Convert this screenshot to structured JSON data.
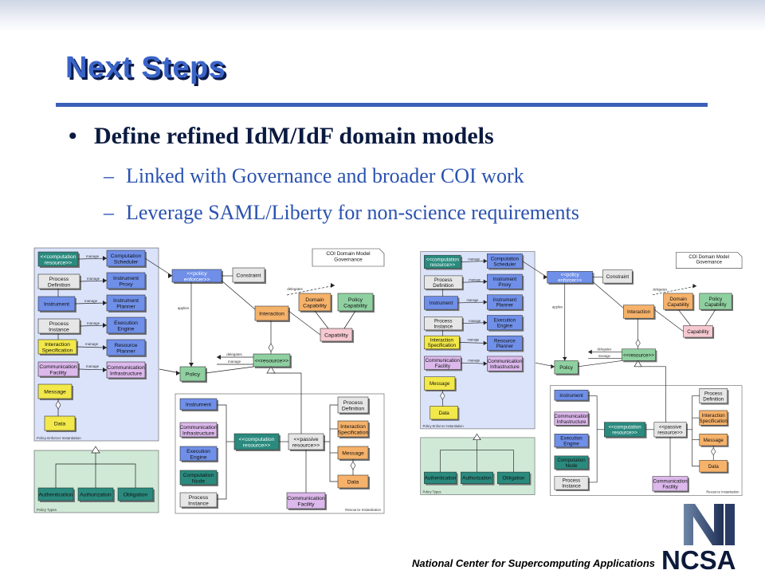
{
  "slide": {
    "title": "Next Steps",
    "bullet_marker": "•",
    "bullet": "Define refined IdM/IdF domain models",
    "dash": "–",
    "subbullets": [
      "Linked with Governance and broader COI work",
      "Leverage SAML/Liberty for non-science requirements"
    ],
    "footer": "National Center for Supercomputing Applications",
    "logo_text": "NCSA"
  },
  "diagram_left": {
    "note": "COI Domain Model Governance",
    "left_boxes": [
      "<<computation resource>>",
      "Process Definition",
      "Instrument",
      "Process Instance",
      "Interaction Specification",
      "Communication Facility",
      "Message",
      "Data"
    ],
    "mid_boxes": [
      "Computation Scheduler",
      "Instrument Proxy",
      "Instrument Planner",
      "Execution Engine",
      "Resource Planner",
      "Communication Infrastructure"
    ],
    "policy_enforcer": "<<policy enforcer>>",
    "constraint": "Constraint",
    "interaction": "Interaction",
    "domain_capability": "Domain Capability",
    "policy_capability": "Policy Capability",
    "capability": "Capability",
    "resource": "<<resource>>",
    "policy": "Policy",
    "bottom_left": [
      "Authentication",
      "Authorization",
      "Obligation"
    ],
    "bottom_right_left": [
      "Instrument",
      "Communication Infrastructure",
      "Execution Engine",
      "Computation Node",
      "Process Instance"
    ],
    "bottom_right_mid": [
      "<<computation resource>>",
      "<<passive resource>>"
    ],
    "bottom_right_right": [
      "Process Definition",
      "Interaction Specification",
      "Message",
      "Data"
    ],
    "bottom_right_comm": "Communication Facility",
    "pkg_top": "Policy Enforcer Instantiation",
    "pkg_bl": "Policy Types",
    "pkg_br": "Resource Instantiation",
    "edge_labels": [
      "manage",
      "applies",
      "delegates",
      "manage",
      "manage",
      "manage",
      "manage"
    ]
  },
  "diagram_right": {
    "note": "COI Domain Model Governance",
    "left_boxes": [
      "<<computation resource>>",
      "Process Definition",
      "Instrument",
      "Process Instance",
      "Interaction Specification",
      "Communication Facility",
      "Message",
      "Data"
    ],
    "mid_boxes": [
      "Computation Scheduler",
      "Instrument Proxy",
      "Instrument Planner",
      "Execution Engine",
      "Resource Planner",
      "Communication Infrastructure"
    ],
    "policy_enforcer": "<<policy enforcer>>",
    "constraint": "Constraint",
    "interaction": "Interaction",
    "domain_capability": "Domain Capability",
    "policy_capability": "Policy Capability",
    "capability": "Capability",
    "resource": "<<resource>>",
    "policy": "Policy",
    "bottom_left": [
      "Authentication",
      "Authorization",
      "Obligation"
    ],
    "bottom_right_left": [
      "Instrument",
      "Communication Infrastructure",
      "Execution Engine",
      "Computation Node",
      "Process Instance"
    ],
    "bottom_right_mid": [
      "<<computation resource>>",
      "<<passive resource>>"
    ],
    "bottom_right_right": [
      "Process Definition",
      "Interaction Specification",
      "Message",
      "Data"
    ],
    "bottom_right_comm": "Communication Facility",
    "pkg_top": "Policy Enforcer Instantiation",
    "pkg_bl": "Policy Types",
    "pkg_br": "Resource Instantiation",
    "edge_labels": [
      "manage",
      "applies",
      "delegates",
      "manage",
      "manage",
      "manage",
      "manage"
    ]
  },
  "colors": {
    "title": "#3a64c8",
    "rule": "#3b5fb8",
    "teal": "#2a8a7e",
    "blue": "#6f8fe8",
    "gray": "#e6e6e6",
    "yellow": "#f2e84a",
    "lavender": "#dcb8ec",
    "orange": "#f6b26a",
    "green": "#8fd0a0",
    "pink": "#f6c8d0",
    "pkg_blue": "#dbe3fb",
    "pkg_green": "#cfe9d6"
  }
}
